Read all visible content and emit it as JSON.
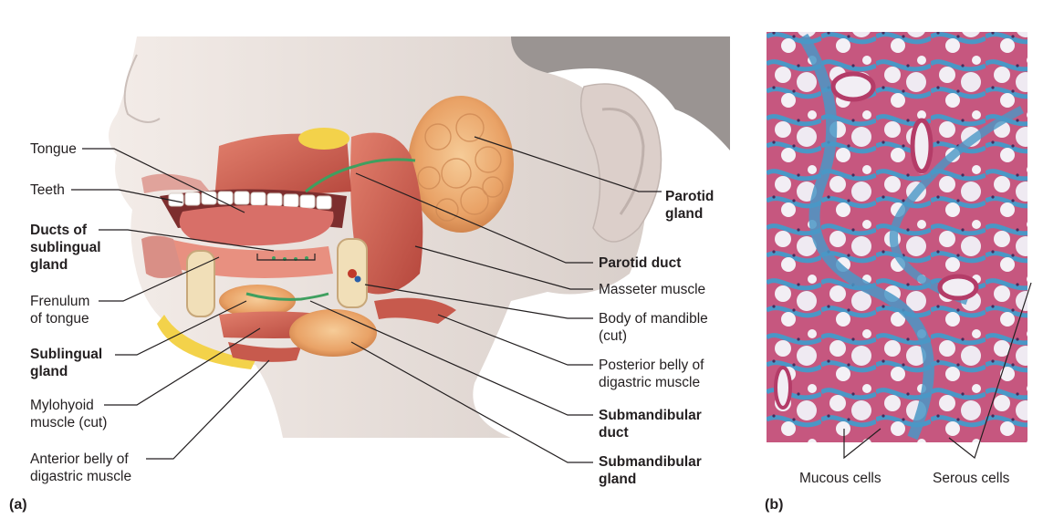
{
  "panel_a": {
    "letter": "(a)",
    "labels_left": [
      {
        "id": "tongue",
        "text": "Tongue",
        "bold": false
      },
      {
        "id": "teeth",
        "text": "Teeth",
        "bold": false
      },
      {
        "id": "ducts-of-sublingual-gland",
        "text": "Ducts of\nsublingual\ngland",
        "bold": true
      },
      {
        "id": "frenulum-of-tongue",
        "text": "Frenulum\nof tongue",
        "bold": false
      },
      {
        "id": "sublingual-gland",
        "text": "Sublingual\ngland",
        "bold": true
      },
      {
        "id": "mylohyoid-muscle",
        "text": "Mylohyoid\nmuscle (cut)",
        "bold": false
      },
      {
        "id": "anterior-belly-digastric",
        "text": "Anterior belly of\ndigastric muscle",
        "bold": false
      }
    ],
    "labels_right": [
      {
        "id": "parotid-gland",
        "text": "Parotid\ngland",
        "bold": true
      },
      {
        "id": "parotid-duct",
        "text": "Parotid duct",
        "bold": true
      },
      {
        "id": "masseter-muscle",
        "text": "Masseter muscle",
        "bold": false
      },
      {
        "id": "body-of-mandible",
        "text": "Body of mandible\n(cut)",
        "bold": false
      },
      {
        "id": "posterior-belly-digastric",
        "text": "Posterior belly of\ndigastric muscle",
        "bold": false
      },
      {
        "id": "submandibular-duct",
        "text": "Submandibular\nduct",
        "bold": true
      },
      {
        "id": "submandibular-gland",
        "text": "Submandibular\ngland",
        "bold": true
      }
    ]
  },
  "panel_b": {
    "letter": "(b)",
    "labels": [
      {
        "id": "mucous-cells",
        "text": "Mucous cells"
      },
      {
        "id": "serous-cells",
        "text": "Serous cells"
      }
    ]
  },
  "colors": {
    "skin": "#e9e1dc",
    "skin_shadow": "#cfc4bf",
    "muscle": "#c9584c",
    "muscle_light": "#e07a66",
    "gland": "#eaa46a",
    "gland_light": "#f4c48e",
    "fat": "#f3d24a",
    "bone": "#f1dfb8",
    "duct": "#3f9f5f",
    "micro_base": "#b84a74",
    "micro_blue": "#3f8fc0",
    "micro_white": "#f4f1f6"
  }
}
